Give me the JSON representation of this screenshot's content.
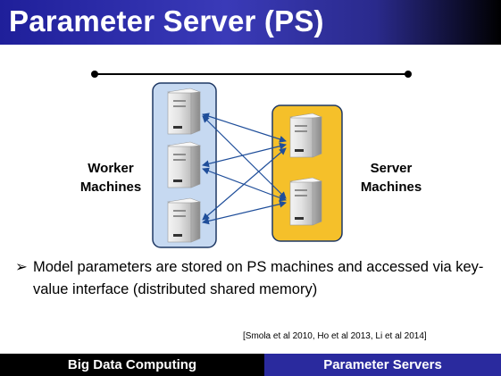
{
  "slide": {
    "title": "Parameter Server (PS)"
  },
  "diagram": {
    "worker_label": "Worker\nMachines",
    "server_label": "Server\nMachines",
    "worker_count": 3,
    "server_count": 2,
    "worker_box_color": "#c6d9f1",
    "worker_box_border": "#1f3864",
    "server_box_color": "#f5c02a",
    "server_box_border": "#1f3864",
    "arrow_color": "#1f4e9a"
  },
  "bullet": {
    "marker": "➢",
    "text": "Model parameters are stored on PS machines and accessed via key-value interface (distributed shared memory)"
  },
  "citation": "[Smola et al 2010, Ho et al 2013, Li et al 2014]",
  "footer": {
    "left": "Big Data Computing",
    "right": "Parameter Servers"
  }
}
